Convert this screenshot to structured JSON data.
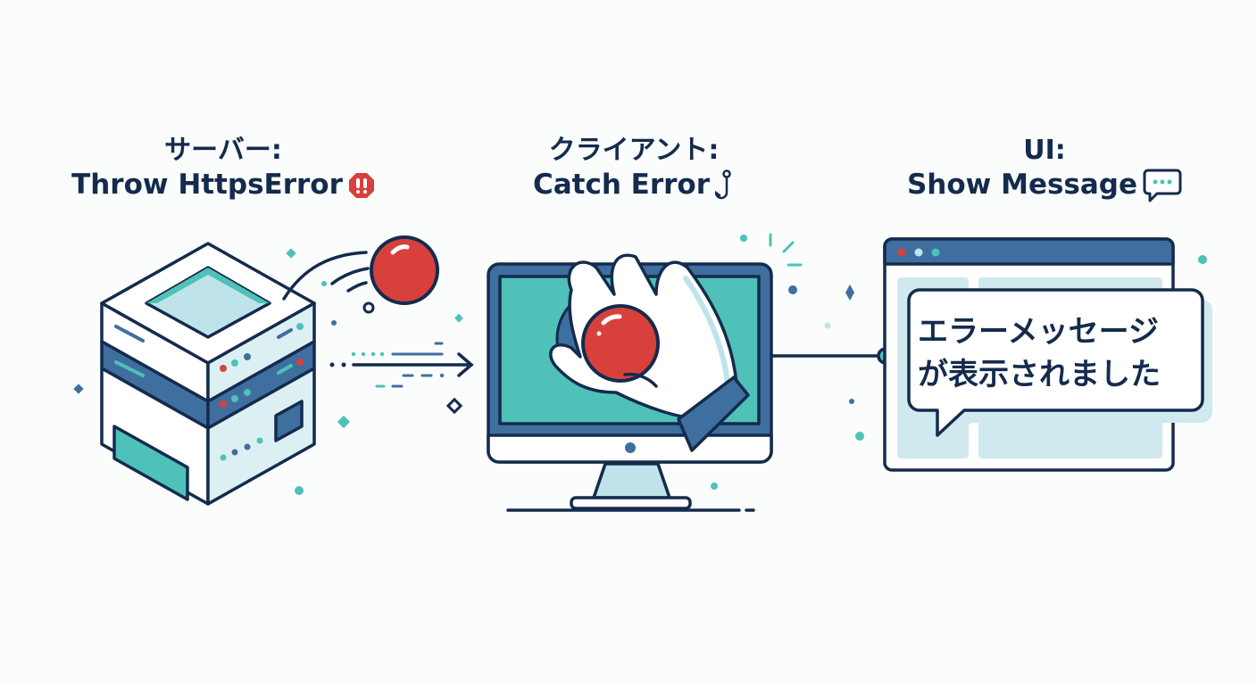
{
  "steps": [
    {
      "label": "サーバー:",
      "action": "Throw HttpsError",
      "icon": "error-octagon-icon"
    },
    {
      "label": "クライアント:",
      "action": "Catch Error",
      "icon": "hook-icon"
    },
    {
      "label": "UI:",
      "action": "Show Message",
      "icon": "chat-bubble-icon"
    }
  ],
  "ui_window": {
    "message_line1": "エラーメッセージ",
    "message_line2": "が表示されました"
  },
  "colors": {
    "navy": "#142b4d",
    "blue": "#3f6f9f",
    "teal": "#4fc1b8",
    "light_teal": "#bfe3ea",
    "red": "#d8403c"
  }
}
